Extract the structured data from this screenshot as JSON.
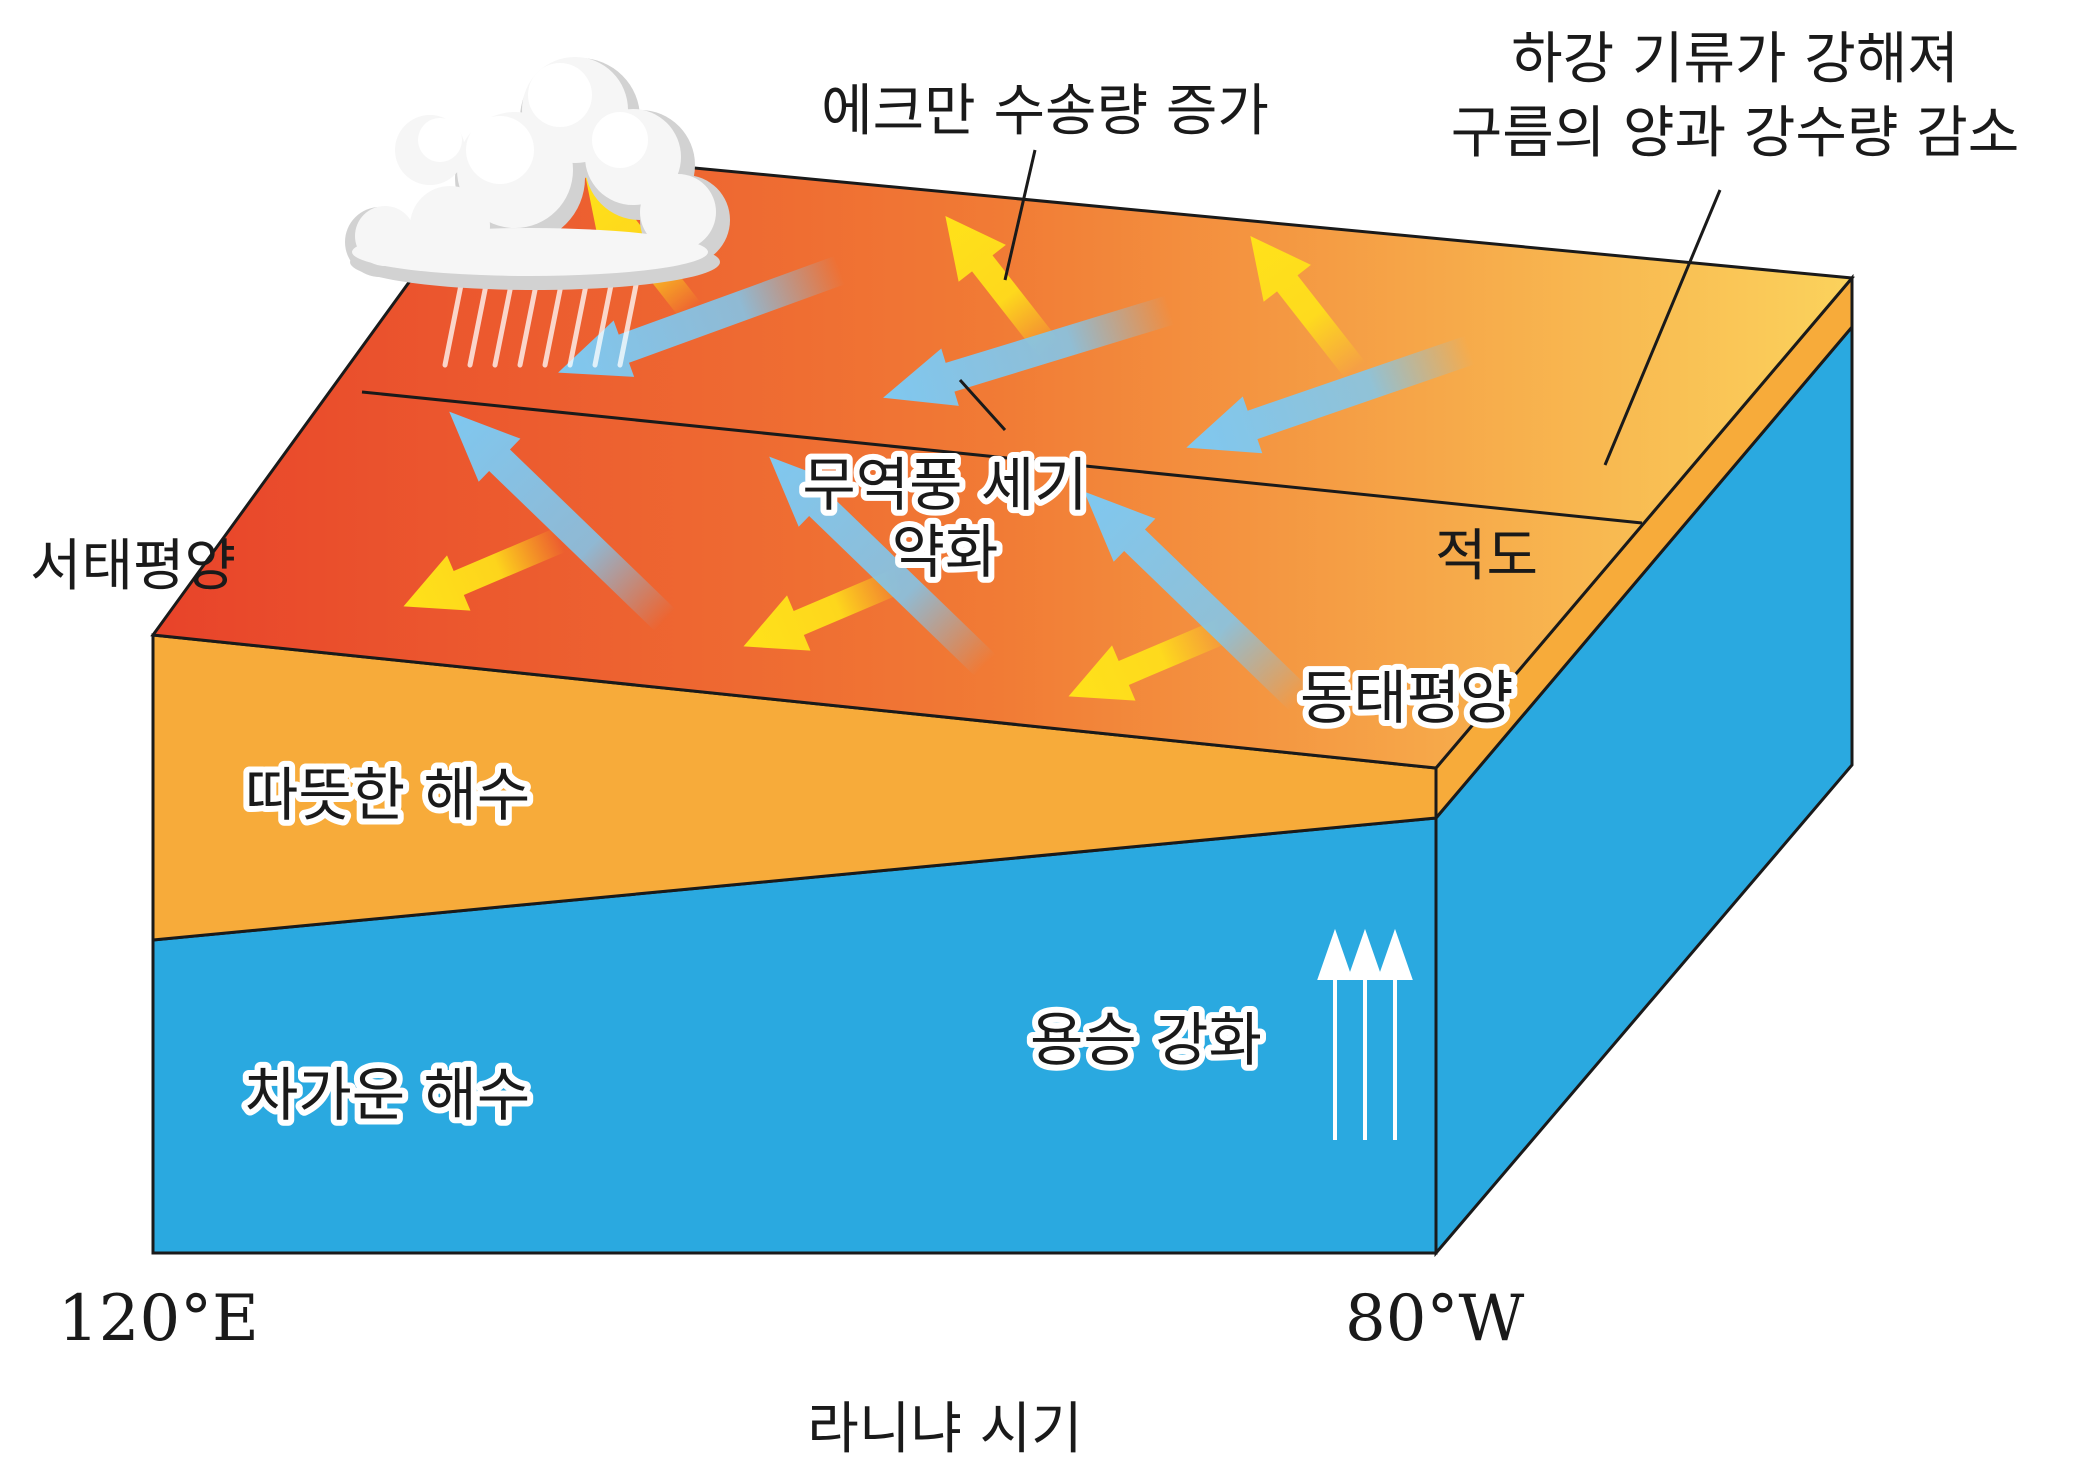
{
  "labels": {
    "ekman": "에크만 수송량 증가",
    "downdraft_line1": "하강 기류가 강해져",
    "downdraft_line2": "구름의 양과 강수량 감소",
    "trade_wind_line1": "무역풍 세기",
    "trade_wind_line2": "약화",
    "west_pacific": "서태평양",
    "east_pacific": "동태평양",
    "equator": "적도",
    "warm_water": "따뜻한 해수",
    "cold_water": "차가운 해수",
    "upwelling": "용승 강화",
    "lon_west": "120°E",
    "lon_east": "80°W",
    "caption": "라니냐 시기"
  },
  "colors": {
    "surface_west": "#e8432a",
    "surface_east": "#fbd25c",
    "warm_layer": "#f7ab3a",
    "cold_layer": "#2aa9e0",
    "wind_arrow": "#7fc8f0",
    "ekman_arrow": "#ffe21a",
    "outline": "#1a1a1a"
  },
  "icons": [
    "cloud-icon",
    "rain-icon",
    "upwelling-arrows-icon"
  ]
}
